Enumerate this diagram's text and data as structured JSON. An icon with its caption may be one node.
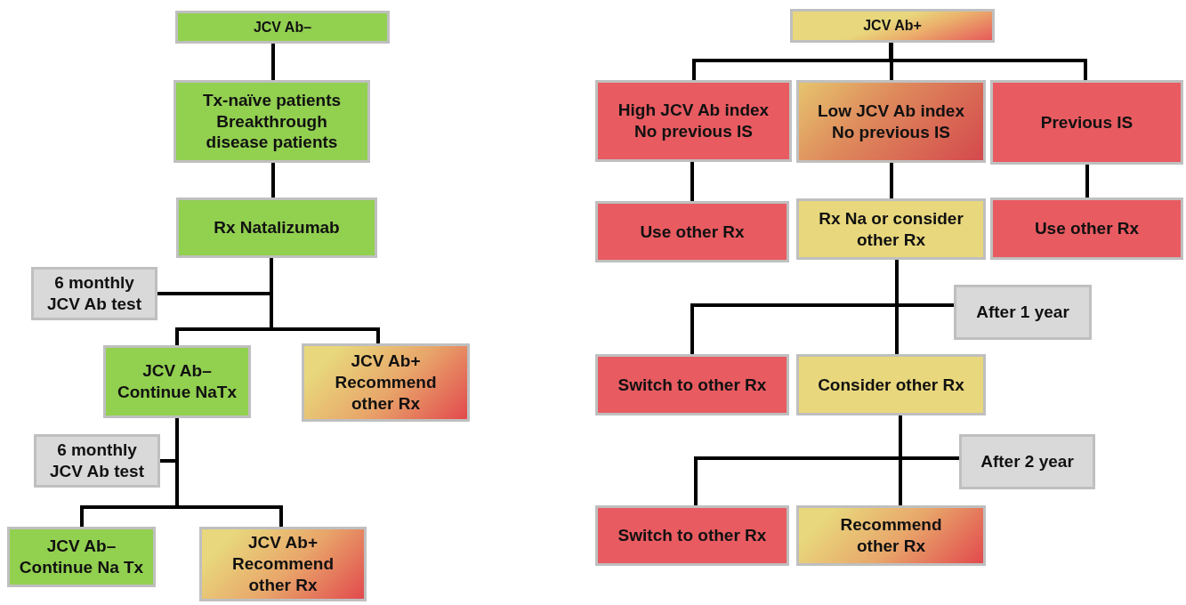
{
  "diagram": {
    "nodes": [
      {
        "text": [
          "JCV Ab–"
        ]
      },
      {
        "text": [
          "Tx-naïve patients",
          "Breakthrough disease patients"
        ]
      },
      {
        "text": [
          "Rx Natalizumab"
        ]
      },
      {
        "text": [
          "6 monthly JCV Ab test"
        ]
      },
      {
        "text": [
          "JCV Ab–",
          "Continue NaTx"
        ]
      },
      {
        "text": [
          "JCV Ab+",
          "Recommend other Rx"
        ]
      },
      {
        "text": [
          "6 monthly JCV Ab test"
        ]
      },
      {
        "text": [
          "JCV Ab–",
          "Continue Na Tx"
        ]
      },
      {
        "text": [
          "JCV Ab+",
          "Recommend other Rx"
        ]
      },
      {
        "text": [
          "JCV Ab+"
        ]
      },
      {
        "text": [
          "High JCV Ab index",
          "No previous IS"
        ]
      },
      {
        "text": [
          "Low JCV Ab index",
          "No previous IS"
        ]
      },
      {
        "text": [
          "Previous IS"
        ]
      },
      {
        "text": [
          "Use other Rx"
        ]
      },
      {
        "text": [
          "Rx Na or consider other Rx"
        ]
      },
      {
        "text": [
          "Use other Rx"
        ]
      },
      {
        "text": [
          "After 1 year"
        ]
      },
      {
        "text": [
          "Switch to other Rx"
        ]
      },
      {
        "text": [
          "Consider other Rx"
        ]
      },
      {
        "text": [
          "After 2 year"
        ]
      },
      {
        "text": [
          "Switch to other Rx"
        ]
      },
      {
        "text": [
          "Recommend other Rx"
        ]
      }
    ],
    "edges": [
      {
        "from": 0,
        "to": 1,
        "arrow": "none"
      },
      {
        "from": 1,
        "to": 2,
        "arrow": "none"
      },
      {
        "from": 2,
        "to": 4,
        "arrow": "none"
      },
      {
        "from": 2,
        "to": 5,
        "arrow": "none"
      },
      {
        "from": 3,
        "to": 4,
        "arrow": "none"
      },
      {
        "from": 3,
        "to": 5,
        "arrow": "none"
      },
      {
        "from": 4,
        "to": 7,
        "arrow": "none"
      },
      {
        "from": 4,
        "to": 8,
        "arrow": "none"
      },
      {
        "from": 6,
        "to": 7,
        "arrow": "none"
      },
      {
        "from": 6,
        "to": 8,
        "arrow": "none"
      },
      {
        "from": 9,
        "to": 10,
        "arrow": "none"
      },
      {
        "from": 9,
        "to": 11,
        "arrow": "none"
      },
      {
        "from": 9,
        "to": 12,
        "arrow": "none"
      },
      {
        "from": 10,
        "to": 13,
        "arrow": "none"
      },
      {
        "from": 11,
        "to": 14,
        "arrow": "none"
      },
      {
        "from": 12,
        "to": 15,
        "arrow": "none"
      },
      {
        "from": 14,
        "to": 18,
        "arrow": "none"
      },
      {
        "from": 16,
        "to": 17,
        "arrow": "none"
      },
      {
        "from": 14,
        "to": 17,
        "arrow": "none"
      },
      {
        "from": 18,
        "to": 21,
        "arrow": "none"
      },
      {
        "from": 19,
        "to": 20,
        "arrow": "none"
      },
      {
        "from": 18,
        "to": 20,
        "arrow": "none"
      }
    ]
  }
}
